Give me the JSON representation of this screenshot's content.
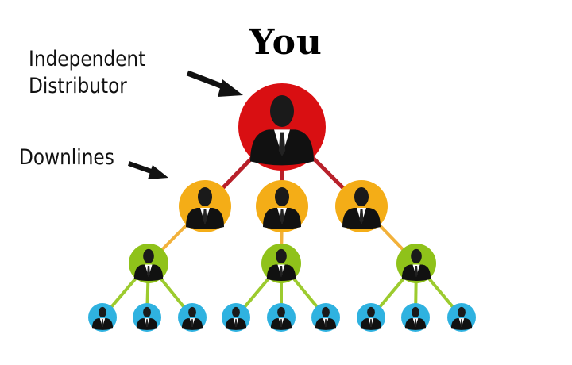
{
  "title": "You",
  "labels": {
    "distributor_line1": "Independent",
    "distributor_line2": "Distributor",
    "downlines": "Downlines"
  },
  "levels": [
    {
      "name": "you",
      "color": "#d90f12",
      "line_color": "#b8202a",
      "count": 1
    },
    {
      "name": "level-1",
      "color": "#f4ad17",
      "line_color": "#f2b13a",
      "count": 3
    },
    {
      "name": "level-2",
      "color": "#8fc21a",
      "line_color": "#9ccb2e",
      "count": 3
    },
    {
      "name": "level-3",
      "color": "#2fb2e0",
      "count": 9
    }
  ]
}
